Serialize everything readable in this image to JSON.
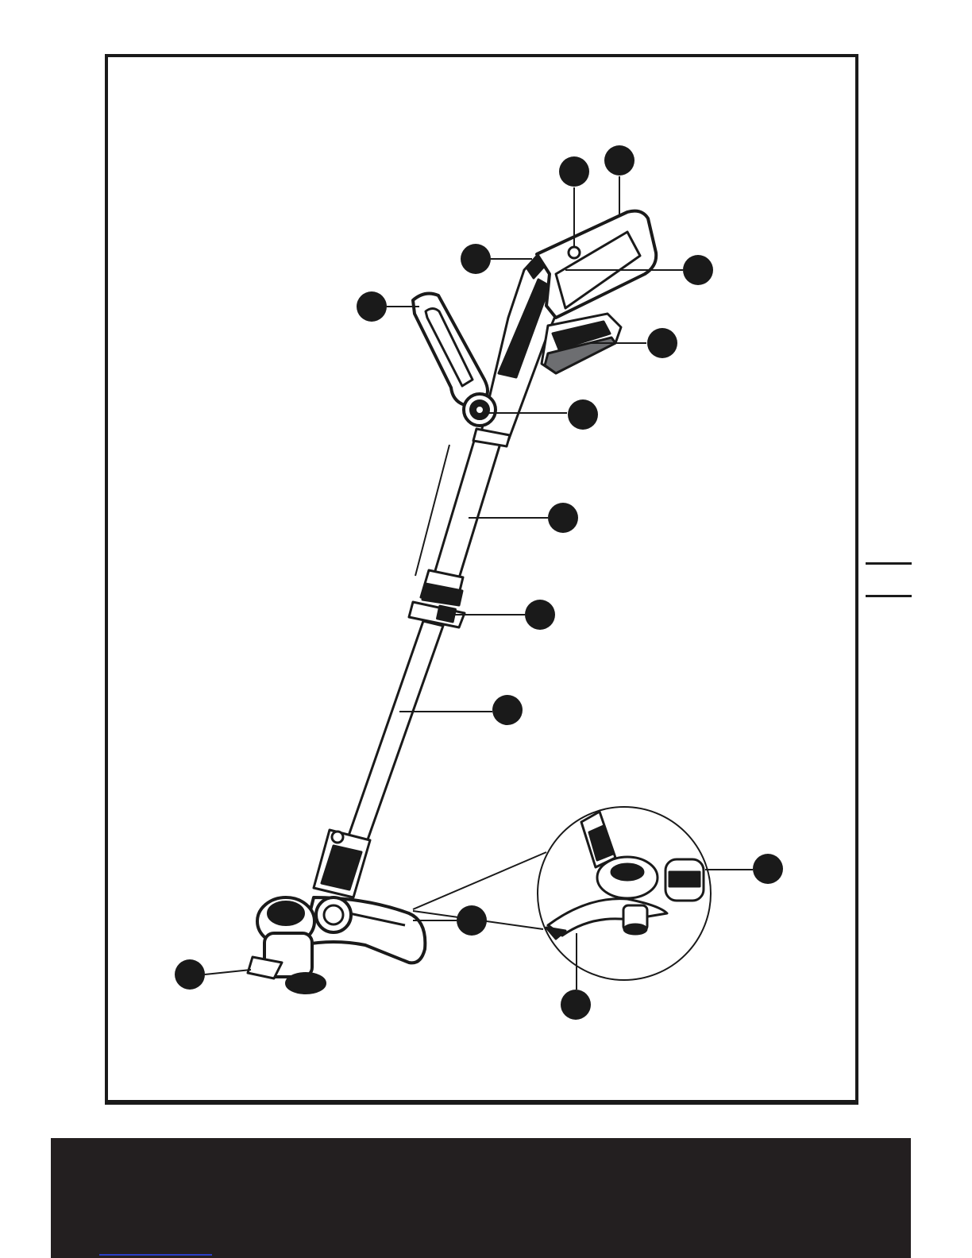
{
  "figure": {
    "callouts": [
      {
        "id": "callout-power-button",
        "label": ""
      },
      {
        "id": "callout-rear-handle",
        "label": ""
      },
      {
        "id": "callout-lock-off-button",
        "label": ""
      },
      {
        "id": "callout-switch-trigger",
        "label": ""
      },
      {
        "id": "callout-auxiliary-handle",
        "label": ""
      },
      {
        "id": "callout-battery-pack",
        "label": ""
      },
      {
        "id": "callout-aux-handle-adjust-knob",
        "label": ""
      },
      {
        "id": "callout-upper-shaft",
        "label": ""
      },
      {
        "id": "callout-telescopic-collar",
        "label": ""
      },
      {
        "id": "callout-lower-shaft",
        "label": ""
      },
      {
        "id": "callout-guard",
        "label": ""
      },
      {
        "id": "callout-edging-guide",
        "label": ""
      },
      {
        "id": "callout-line-cutter",
        "label": ""
      },
      {
        "id": "callout-spool-wheel",
        "label": ""
      }
    ]
  },
  "colors": {
    "ink": "#1a1a1a",
    "body_gray": "#6d6e71",
    "accent_gray": "#a7a9ac",
    "footer": "#231f20",
    "link": "#2b3fc7"
  }
}
